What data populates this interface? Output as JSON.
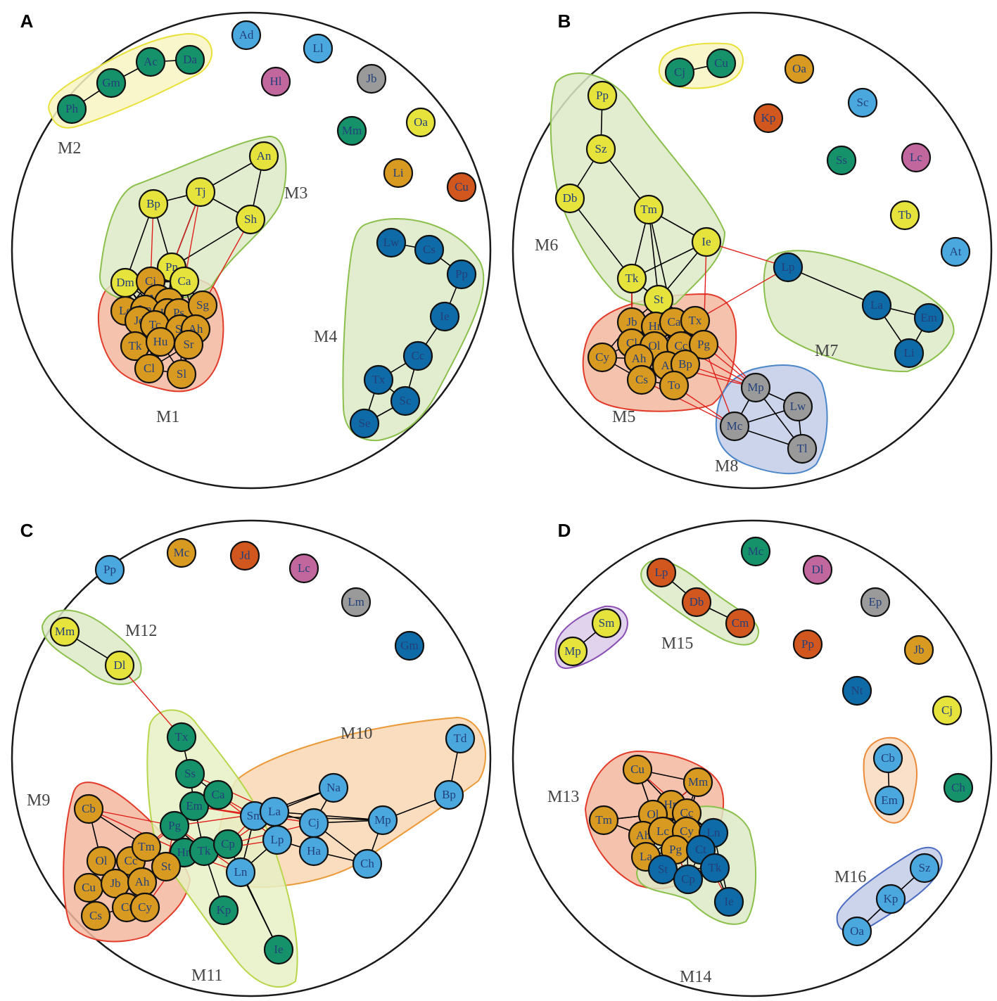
{
  "colors": {
    "yellow": "#e6e33c",
    "orange": "#d99a22",
    "green": "#16926a",
    "darkblue": "#0f6aa8",
    "lightblue": "#4aa8df",
    "grey": "#9a9a9a",
    "pink": "#c1679d",
    "red": "#d2571f",
    "edge_intra": "#000000",
    "edge_inter": "#e0201b"
  },
  "panels": [
    {
      "letter": "A",
      "modules": [
        {
          "name": "M1",
          "fill": "#f3b7a0",
          "stroke": "#e23b2a"
        },
        {
          "name": "M2",
          "fill": "#f8f4c3",
          "stroke": "#e7e13a"
        },
        {
          "name": "M3",
          "fill": "#dde9c6",
          "stroke": "#8cc04d"
        },
        {
          "name": "M4",
          "fill": "#dde9c6",
          "stroke": "#8cc04d"
        }
      ],
      "nodes": [
        {
          "id": "Ad",
          "color": "lightblue"
        },
        {
          "id": "Ll",
          "color": "lightblue"
        },
        {
          "id": "Hl",
          "color": "pink"
        },
        {
          "id": "Jb",
          "color": "grey"
        },
        {
          "id": "Mm",
          "color": "green"
        },
        {
          "id": "Oa",
          "color": "yellow"
        },
        {
          "id": "Li",
          "color": "orange"
        },
        {
          "id": "Cu",
          "color": "red"
        },
        {
          "id": "Ph",
          "color": "green"
        },
        {
          "id": "Gm",
          "color": "green"
        },
        {
          "id": "Ac",
          "color": "green"
        },
        {
          "id": "Da",
          "color": "green"
        },
        {
          "id": "An",
          "color": "yellow"
        },
        {
          "id": "Tj",
          "color": "yellow"
        },
        {
          "id": "Bp",
          "color": "yellow"
        },
        {
          "id": "Sh",
          "color": "yellow"
        },
        {
          "id": "Pn",
          "color": "yellow"
        },
        {
          "id": "Dm",
          "color": "yellow"
        },
        {
          "id": "Ca",
          "color": "yellow"
        },
        {
          "id": "Cj",
          "color": "orange"
        },
        {
          "id": "Mc",
          "color": "orange"
        },
        {
          "id": "Pa",
          "color": "orange"
        },
        {
          "id": "Lc",
          "color": "orange"
        },
        {
          "id": "Lp",
          "color": "orange"
        },
        {
          "id": "Hg",
          "color": "orange"
        },
        {
          "id": "Ps",
          "color": "orange"
        },
        {
          "id": "Sg",
          "color": "orange"
        },
        {
          "id": "Jd",
          "color": "orange"
        },
        {
          "id": "Tc",
          "color": "orange"
        },
        {
          "id": "St",
          "color": "orange"
        },
        {
          "id": "Ah",
          "color": "orange"
        },
        {
          "id": "Tk",
          "color": "orange"
        },
        {
          "id": "Hu",
          "color": "orange"
        },
        {
          "id": "Sr",
          "color": "orange"
        },
        {
          "id": "Cl",
          "color": "orange"
        },
        {
          "id": "Sl",
          "color": "orange"
        },
        {
          "id": "Lw",
          "color": "darkblue"
        },
        {
          "id": "Cs",
          "color": "darkblue"
        },
        {
          "id": "Pp",
          "color": "darkblue"
        },
        {
          "id": "Ie",
          "color": "darkblue"
        },
        {
          "id": "Cc",
          "color": "darkblue"
        },
        {
          "id": "Tx",
          "color": "darkblue"
        },
        {
          "id": "Sc",
          "color": "darkblue"
        },
        {
          "id": "Se",
          "color": "darkblue"
        }
      ]
    },
    {
      "letter": "B",
      "modules": [
        {
          "name": "M5",
          "fill": "#f3b7a0",
          "stroke": "#e23b2a"
        },
        {
          "name": "M6",
          "fill": "#dde9c6",
          "stroke": "#8cc04d"
        },
        {
          "name": "M7",
          "fill": "#dde9c6",
          "stroke": "#8cc04d"
        },
        {
          "name": "M8",
          "fill": "#c3cde9",
          "stroke": "#4a86c8"
        }
      ],
      "nodes": [
        {
          "id": "Cj",
          "color": "green"
        },
        {
          "id": "Cu",
          "color": "green"
        },
        {
          "id": "Oa",
          "color": "orange"
        },
        {
          "id": "Kp",
          "color": "red"
        },
        {
          "id": "Sc",
          "color": "lightblue"
        },
        {
          "id": "Ss",
          "color": "green"
        },
        {
          "id": "Lc",
          "color": "pink"
        },
        {
          "id": "Tb",
          "color": "yellow"
        },
        {
          "id": "At",
          "color": "lightblue"
        },
        {
          "id": "Pp",
          "color": "yellow"
        },
        {
          "id": "Sz",
          "color": "yellow"
        },
        {
          "id": "Db",
          "color": "yellow"
        },
        {
          "id": "Tm",
          "color": "yellow"
        },
        {
          "id": "Ie",
          "color": "yellow"
        },
        {
          "id": "Tk",
          "color": "yellow"
        },
        {
          "id": "St",
          "color": "yellow"
        },
        {
          "id": "Jb",
          "color": "orange"
        },
        {
          "id": "Hn",
          "color": "orange"
        },
        {
          "id": "Ca",
          "color": "orange"
        },
        {
          "id": "Tx",
          "color": "orange"
        },
        {
          "id": "Cl",
          "color": "orange"
        },
        {
          "id": "Ol",
          "color": "orange"
        },
        {
          "id": "Cc",
          "color": "orange"
        },
        {
          "id": "Pg",
          "color": "orange"
        },
        {
          "id": "Cy",
          "color": "orange"
        },
        {
          "id": "Ah",
          "color": "orange"
        },
        {
          "id": "Al",
          "color": "orange"
        },
        {
          "id": "Bp",
          "color": "orange"
        },
        {
          "id": "Cs",
          "color": "orange"
        },
        {
          "id": "To",
          "color": "orange"
        },
        {
          "id": "Lp",
          "color": "darkblue"
        },
        {
          "id": "La",
          "color": "darkblue"
        },
        {
          "id": "Em",
          "color": "darkblue"
        },
        {
          "id": "Li",
          "color": "darkblue"
        },
        {
          "id": "Mp",
          "color": "grey"
        },
        {
          "id": "Lw",
          "color": "grey"
        },
        {
          "id": "Mc",
          "color": "grey"
        },
        {
          "id": "Tl",
          "color": "grey"
        }
      ]
    },
    {
      "letter": "C",
      "modules": [
        {
          "name": "M9",
          "fill": "#f3b7a0",
          "stroke": "#e23b2a"
        },
        {
          "name": "M10",
          "fill": "#f8d7b3",
          "stroke": "#eb9a3a"
        },
        {
          "name": "M11",
          "fill": "#e8f0c6",
          "stroke": "#b8d64a"
        },
        {
          "name": "M12",
          "fill": "#dde9c6",
          "stroke": "#8cc04d"
        }
      ],
      "nodes": [
        {
          "id": "Pp",
          "color": "lightblue"
        },
        {
          "id": "Mc",
          "color": "orange"
        },
        {
          "id": "Jd",
          "color": "red"
        },
        {
          "id": "Lc",
          "color": "pink"
        },
        {
          "id": "Lm",
          "color": "grey"
        },
        {
          "id": "Gm",
          "color": "darkblue"
        },
        {
          "id": "Mm",
          "color": "yellow"
        },
        {
          "id": "Dl",
          "color": "yellow"
        },
        {
          "id": "Tx",
          "color": "green"
        },
        {
          "id": "Ss",
          "color": "green"
        },
        {
          "id": "Em",
          "color": "green"
        },
        {
          "id": "Ca",
          "color": "green"
        },
        {
          "id": "Pg",
          "color": "green"
        },
        {
          "id": "Hn",
          "color": "green"
        },
        {
          "id": "Tk",
          "color": "green"
        },
        {
          "id": "Cp",
          "color": "green"
        },
        {
          "id": "Kp",
          "color": "green"
        },
        {
          "id": "Ie",
          "color": "green"
        },
        {
          "id": "Td",
          "color": "lightblue"
        },
        {
          "id": "Na",
          "color": "lightblue"
        },
        {
          "id": "Bp",
          "color": "lightblue"
        },
        {
          "id": "Sm",
          "color": "lightblue"
        },
        {
          "id": "La",
          "color": "lightblue"
        },
        {
          "id": "Cj",
          "color": "lightblue"
        },
        {
          "id": "Mp",
          "color": "lightblue"
        },
        {
          "id": "Lp",
          "color": "lightblue"
        },
        {
          "id": "Ha",
          "color": "lightblue"
        },
        {
          "id": "Ch",
          "color": "lightblue"
        },
        {
          "id": "Ln",
          "color": "lightblue"
        },
        {
          "id": "Cb",
          "color": "orange"
        },
        {
          "id": "Ol",
          "color": "orange"
        },
        {
          "id": "Cc",
          "color": "orange"
        },
        {
          "id": "Tm",
          "color": "orange"
        },
        {
          "id": "St",
          "color": "orange"
        },
        {
          "id": "Cu",
          "color": "orange"
        },
        {
          "id": "Jb",
          "color": "orange"
        },
        {
          "id": "Ah",
          "color": "orange"
        },
        {
          "id": "Cs",
          "color": "orange"
        },
        {
          "id": "Ct",
          "color": "orange"
        },
        {
          "id": "Cy",
          "color": "orange"
        }
      ]
    },
    {
      "letter": "D",
      "modules": [
        {
          "name": "M13",
          "fill": "#f3b7a0",
          "stroke": "#e23b2a"
        },
        {
          "name": "M14",
          "fill": "#dde9c6",
          "stroke": "#8cc04d"
        },
        {
          "name": "M15",
          "fill": "#dde9c6",
          "stroke": "#8cc04d"
        },
        {
          "name": "M16",
          "fill": "#c3cde9",
          "stroke": "#4a6bc0"
        }
      ],
      "nodes": [
        {
          "id": "Mc",
          "color": "green"
        },
        {
          "id": "Dl",
          "color": "pink"
        },
        {
          "id": "Ep",
          "color": "grey"
        },
        {
          "id": "Pp",
          "color": "red"
        },
        {
          "id": "Jb",
          "color": "orange"
        },
        {
          "id": "Nt",
          "color": "darkblue"
        },
        {
          "id": "Cj",
          "color": "yellow"
        },
        {
          "id": "Ch",
          "color": "green"
        },
        {
          "id": "Sm",
          "color": "yellow"
        },
        {
          "id": "Mp",
          "color": "yellow"
        },
        {
          "id": "Lp",
          "color": "red"
        },
        {
          "id": "Db",
          "color": "red"
        },
        {
          "id": "Cm",
          "color": "red"
        },
        {
          "id": "Cb",
          "color": "lightblue"
        },
        {
          "id": "Em",
          "color": "lightblue"
        },
        {
          "id": "Sz",
          "color": "lightblue"
        },
        {
          "id": "Kp",
          "color": "lightblue"
        },
        {
          "id": "Oa",
          "color": "lightblue"
        },
        {
          "id": "Cu",
          "color": "orange"
        },
        {
          "id": "Mm",
          "color": "orange"
        },
        {
          "id": "Tm",
          "color": "orange"
        },
        {
          "id": "Hn",
          "color": "orange"
        },
        {
          "id": "Ol",
          "color": "orange"
        },
        {
          "id": "Cc",
          "color": "orange"
        },
        {
          "id": "Ah",
          "color": "orange"
        },
        {
          "id": "Lc",
          "color": "orange"
        },
        {
          "id": "Cy",
          "color": "orange"
        },
        {
          "id": "La",
          "color": "orange"
        },
        {
          "id": "Pg",
          "color": "orange"
        },
        {
          "id": "Ln",
          "color": "darkblue"
        },
        {
          "id": "Ct",
          "color": "darkblue"
        },
        {
          "id": "St",
          "color": "darkblue"
        },
        {
          "id": "Cp",
          "color": "darkblue"
        },
        {
          "id": "Tk",
          "color": "darkblue"
        },
        {
          "id": "Ie",
          "color": "darkblue"
        }
      ]
    }
  ]
}
